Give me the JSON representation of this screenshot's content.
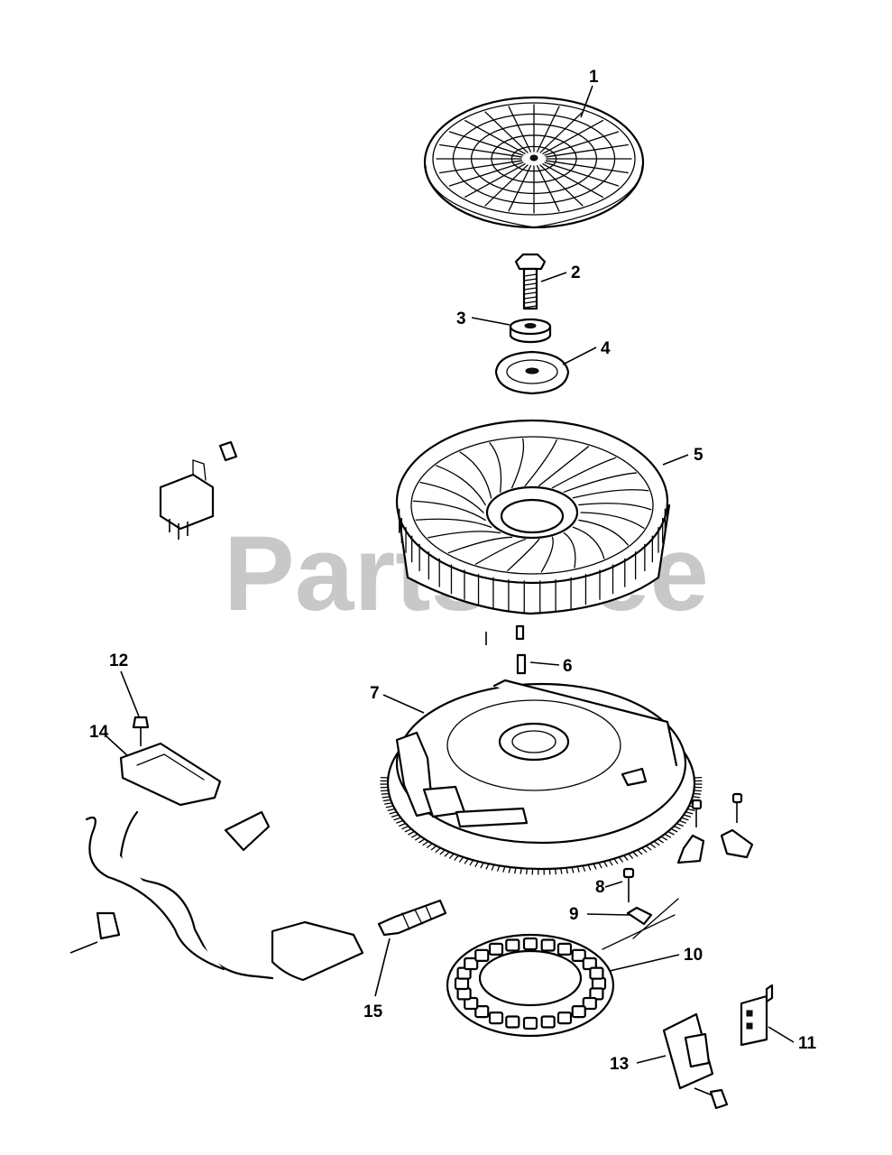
{
  "watermark": "PartsTree",
  "callouts": [
    {
      "id": "1",
      "label": "1"
    },
    {
      "id": "2",
      "label": "2"
    },
    {
      "id": "3",
      "label": "3"
    },
    {
      "id": "4",
      "label": "4"
    },
    {
      "id": "5",
      "label": "5"
    },
    {
      "id": "6",
      "label": "6"
    },
    {
      "id": "7",
      "label": "7"
    },
    {
      "id": "8",
      "label": "8"
    },
    {
      "id": "9",
      "label": "9"
    },
    {
      "id": "10",
      "label": "10"
    },
    {
      "id": "11",
      "label": "11"
    },
    {
      "id": "12",
      "label": "12"
    },
    {
      "id": "13",
      "label": "13"
    },
    {
      "id": "14",
      "label": "14"
    },
    {
      "id": "15",
      "label": "15"
    }
  ]
}
